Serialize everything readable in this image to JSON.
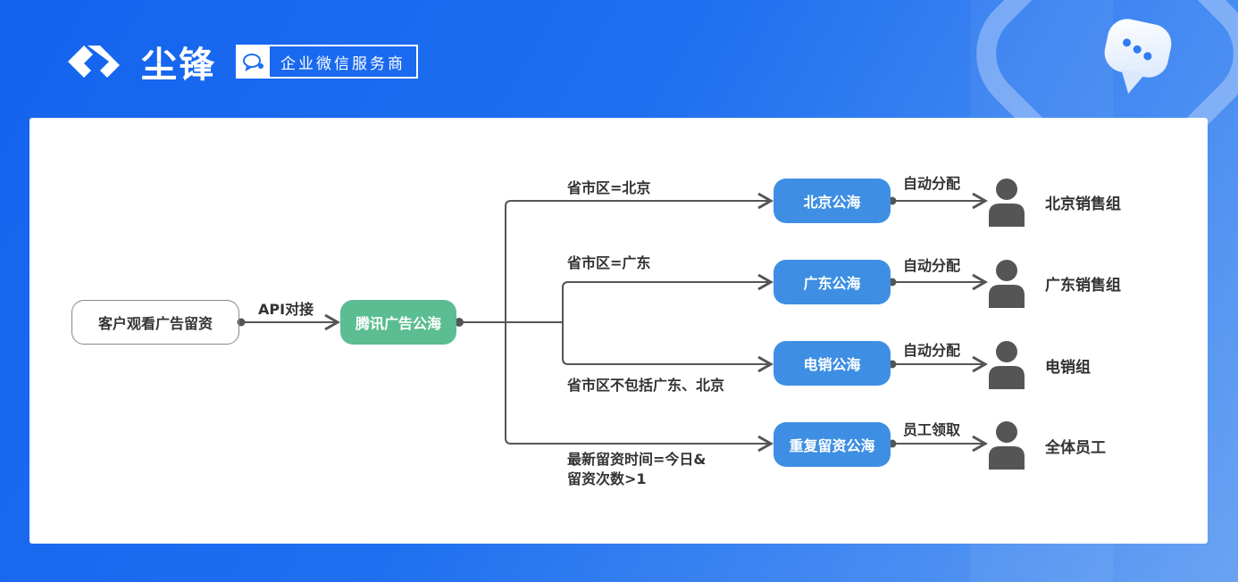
{
  "header": {
    "brand": "尘锋",
    "badge_text": "企业微信服务商"
  },
  "diagram": {
    "source": "客户观看广告留资",
    "api_label": "API对接",
    "hub": "腾讯广告公海",
    "branches": [
      {
        "condition": "省市区=北京",
        "pool": "北京公海",
        "action": "自动分配",
        "group": "北京销售组"
      },
      {
        "condition": "省市区=广东",
        "pool": "广东公海",
        "action": "自动分配",
        "group": "广东销售组"
      },
      {
        "condition": "省市区不包括广东、北京",
        "pool": "电销公海",
        "action": "自动分配",
        "group": "电销组"
      },
      {
        "condition": "最新留资时间=今日&",
        "condition2": "留资次数>1",
        "pool": "重复留资公海",
        "action": "员工领取",
        "group": "全体员工"
      }
    ]
  },
  "colors": {
    "hub": "#5bbd91",
    "pool": "#3e8fe3",
    "line": "#555555"
  }
}
